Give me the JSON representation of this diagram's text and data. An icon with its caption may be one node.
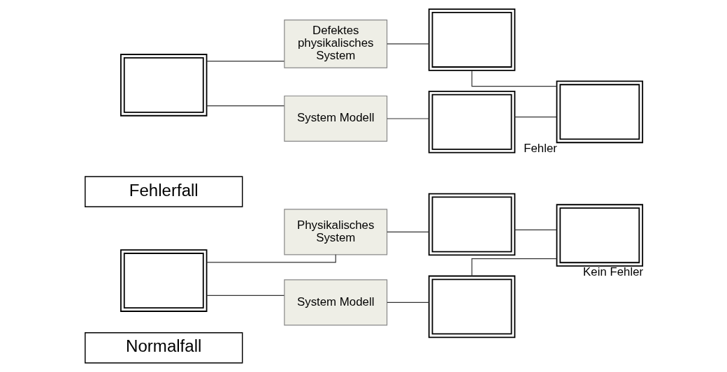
{
  "diagram": {
    "nodes": [
      {
        "text": [
          "Normalfall"
        ]
      },
      {
        "text": [],
        "shape": "picture"
      },
      {
        "text": [
          "Physikalisches System"
        ]
      },
      {
        "text": [],
        "shape": "picture"
      },
      {
        "text": [
          "System Modell"
        ]
      },
      {
        "text": [],
        "shape": "picture"
      },
      {
        "text": [],
        "shape": "picture",
        "beside": [
          "Kein Fehler"
        ]
      },
      {
        "text": [
          "Fehlerfall"
        ]
      },
      {
        "text": [],
        "shape": "picture"
      },
      {
        "text": [
          "Defektes physikalisches System"
        ]
      },
      {
        "text": [],
        "shape": "picture"
      },
      {
        "text": [
          "System Modell"
        ]
      },
      {
        "text": [],
        "shape": "picture"
      },
      {
        "text": [],
        "shape": "picture",
        "beside": [
          "Fehler"
        ]
      }
    ],
    "edges": [
      {
        "from": 1,
        "to": 2,
        "arrow": "none"
      },
      {
        "from": 1,
        "to": 4,
        "arrow": "none"
      },
      {
        "from": 2,
        "to": 3,
        "arrow": "none"
      },
      {
        "from": 4,
        "to": 5,
        "arrow": "none"
      },
      {
        "from": 3,
        "to": 6,
        "arrow": "none"
      },
      {
        "from": 5,
        "to": 6,
        "arrow": "none"
      },
      {
        "from": 8,
        "to": 9,
        "arrow": "none"
      },
      {
        "from": 8,
        "to": 11,
        "arrow": "none"
      },
      {
        "from": 9,
        "to": 10,
        "arrow": "none"
      },
      {
        "from": 11,
        "to": 12,
        "arrow": "none"
      },
      {
        "from": 10,
        "to": 13,
        "arrow": "none"
      },
      {
        "from": 12,
        "to": 13,
        "arrow": "none"
      }
    ]
  }
}
